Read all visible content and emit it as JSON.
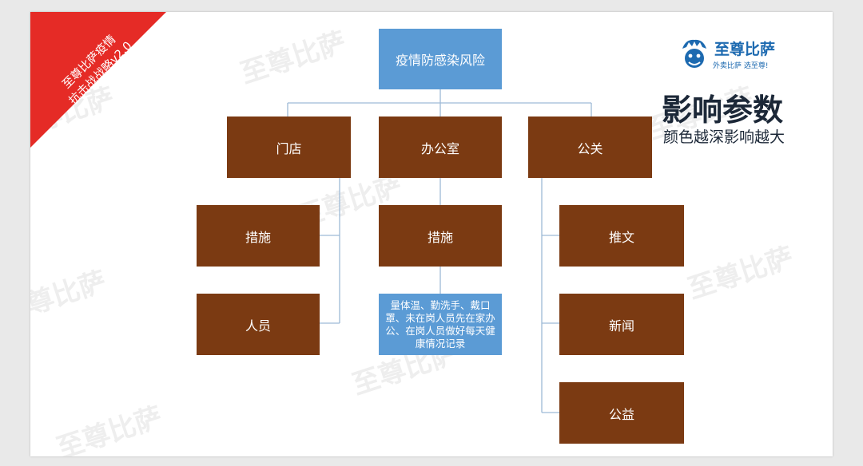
{
  "ribbon": {
    "line1": "至尊比萨疫情",
    "line2": "抗击战战略v2.0"
  },
  "brand": {
    "name": "至尊比萨",
    "slogan": "外卖比萨 选至尊!",
    "colors": {
      "primary": "#1d6ab0",
      "ribbon": "#e52b26"
    }
  },
  "legend": {
    "title": "影响参数",
    "subtitle": "颜色越深影响越大"
  },
  "colors": {
    "brown": "#7b3a12",
    "blue": "#5b9bd5",
    "line": "#9dbad6"
  },
  "tree": {
    "root": "疫情防感染风险",
    "store": {
      "label": "门店",
      "children": [
        "措施",
        "人员"
      ]
    },
    "office": {
      "label": "办公室",
      "measure": "措施",
      "detail": "量体温、勤洗手、戴口罩、未在岗人员先在家办公、在岗人员做好每天健康情况记录"
    },
    "pr": {
      "label": "公关",
      "children": [
        "推文",
        "新闻",
        "公益"
      ]
    }
  }
}
